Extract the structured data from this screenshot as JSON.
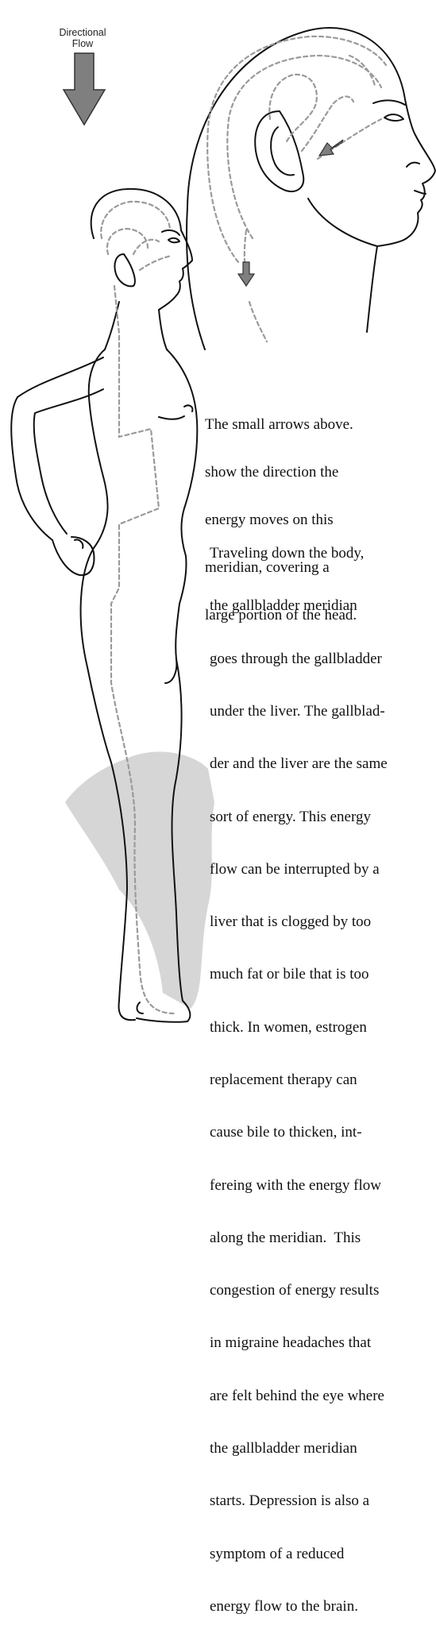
{
  "legend": {
    "label_line1": "Directional",
    "label_line2": "Flow",
    "arrow_color": "#7f7f7f"
  },
  "caption_lines": [
    "The small arrows above.",
    "show the direction the",
    "energy moves on this",
    "meridian, covering a",
    "large portion of the head."
  ],
  "body_lines": [
    "Traveling down the body,",
    "the gallbladder meridian",
    "goes through the gallbladder",
    "under the liver. The gallblad-",
    "der and the liver are the same",
    "sort of energy. This energy",
    "flow can be interrupted by a",
    "liver that is clogged by too",
    "much fat or bile that is too",
    "thick. In women, estrogen",
    "replacement therapy can",
    "cause bile to thicken, int-",
    "fereing with the energy flow",
    "along the meridian.  This",
    "congestion of energy results",
    "in migraine headaches that",
    "are felt behind the eye where",
    "the gallbladder meridian",
    "starts. Depression is also a",
    "symptom of a reduced",
    "energy flow to the brain."
  ],
  "colors": {
    "meridian_dash": "#9a9a9a",
    "outline": "#111111",
    "shadow": "#cccccc"
  }
}
